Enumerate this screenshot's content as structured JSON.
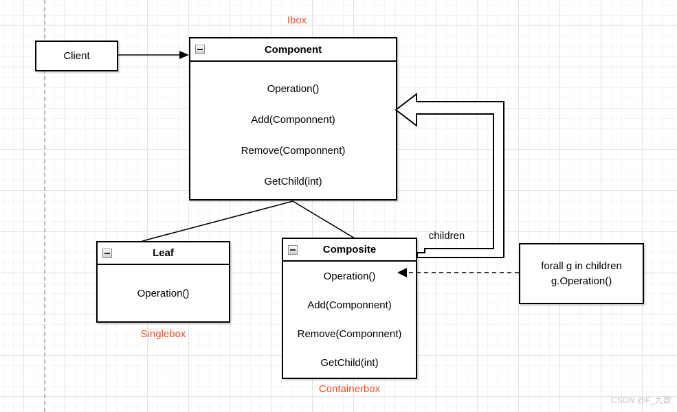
{
  "annotations": {
    "ibox": "Ibox",
    "singlebox": "Singlebox",
    "containerbox": "Containerbox",
    "children": "children"
  },
  "client": {
    "title": "Client"
  },
  "component": {
    "title": "Component",
    "methods": [
      "Operation()",
      "Add(Componnent)",
      "Remove(Componnent)",
      "GetChild(int)"
    ]
  },
  "leaf": {
    "title": "Leaf",
    "methods": [
      "Operation()"
    ]
  },
  "composite": {
    "title": "Composite",
    "methods": [
      "Operation()",
      "Add(Componnent)",
      "Remove(Componnent)",
      "GetChild(int)"
    ]
  },
  "note": {
    "line1": "forall g in children",
    "line2": "g.Operation()"
  },
  "watermark": "CSDN @F_九歌",
  "colors": {
    "annotation_accent": "#fa4b24",
    "stroke": "#000000",
    "grid_major": "#e3e3e3",
    "grid_minor": "#f4f4f4",
    "watermark_gray": "#c4c4c4"
  }
}
